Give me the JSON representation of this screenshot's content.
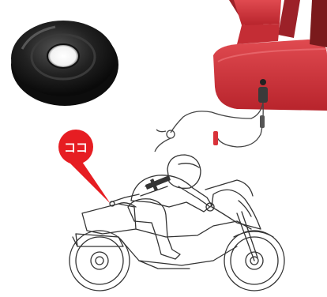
{
  "callout": {
    "label": "ココ",
    "color": "#e61d22"
  },
  "items": {
    "grommet": "rubber-grommet-photo",
    "vest": "red-airbag-vest-photo",
    "lanyard": "connection-cord-photo",
    "rider": "motorcycle-rider-line-drawing"
  },
  "colors": {
    "vest_red": "#d9323a",
    "vest_dark": "#7a1a1c",
    "grommet_black": "#1c1c1c",
    "line": "#333333"
  }
}
